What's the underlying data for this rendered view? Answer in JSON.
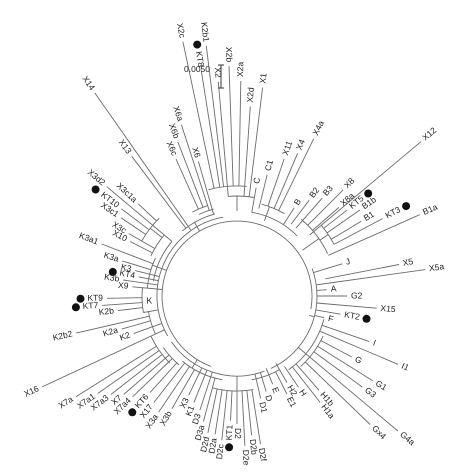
{
  "scale_bar": {
    "label": "0.0050"
  },
  "marker_color": "#111111",
  "leaves": [
    {
      "id": "x14",
      "label": "X14",
      "kt": false
    },
    {
      "id": "x13",
      "label": "X13",
      "kt": false
    },
    {
      "id": "x6a",
      "label": "X6a",
      "kt": false
    },
    {
      "id": "x6b",
      "label": "X6b",
      "kt": false
    },
    {
      "id": "x6c",
      "label": "X6c",
      "kt": false
    },
    {
      "id": "x6",
      "label": "X6",
      "kt": false
    },
    {
      "id": "x3d2",
      "label": "X3d2",
      "kt": false
    },
    {
      "id": "kt10",
      "label": "KT10",
      "kt": true
    },
    {
      "id": "x3c1",
      "label": "X3c1",
      "kt": false
    },
    {
      "id": "x3c1a",
      "label": "X3c1a",
      "kt": false
    },
    {
      "id": "x3c",
      "label": "X3c",
      "kt": false
    },
    {
      "id": "x10",
      "label": "X10",
      "kt": false
    },
    {
      "id": "k3a1",
      "label": "K3a1",
      "kt": false
    },
    {
      "id": "k3a",
      "label": "K3a",
      "kt": false
    },
    {
      "id": "k3",
      "label": "K3",
      "kt": false
    },
    {
      "id": "kt4",
      "label": "KT4",
      "kt": true
    },
    {
      "id": "k3b",
      "label": "K3b",
      "kt": false
    },
    {
      "id": "x9",
      "label": "X9",
      "kt": false
    },
    {
      "id": "kt9",
      "label": "KT9",
      "kt": true
    },
    {
      "id": "kt7",
      "label": "KT7",
      "kt": true
    },
    {
      "id": "k2b",
      "label": "K2b",
      "kt": false
    },
    {
      "id": "k2b2",
      "label": "K2b2",
      "kt": false
    },
    {
      "id": "k2a",
      "label": "K2a",
      "kt": false
    },
    {
      "id": "k2",
      "label": "K2",
      "kt": false
    },
    {
      "id": "x16",
      "label": "X16",
      "kt": false
    },
    {
      "id": "x7a",
      "label": "X7a",
      "kt": false
    },
    {
      "id": "x7a1",
      "label": "X7a1",
      "kt": false
    },
    {
      "id": "x7a3",
      "label": "X7a3",
      "kt": false
    },
    {
      "id": "x7",
      "label": "X7",
      "kt": false
    },
    {
      "id": "x7a4",
      "label": "X7a4",
      "kt": false
    },
    {
      "id": "kt6",
      "label": "KT6",
      "kt": true
    },
    {
      "id": "x17",
      "label": "X17",
      "kt": false
    },
    {
      "id": "x3a",
      "label": "X3a",
      "kt": false
    },
    {
      "id": "x3b",
      "label": "X3b",
      "kt": false
    },
    {
      "id": "x3",
      "label": "X3",
      "kt": false
    },
    {
      "id": "k1",
      "label": "K1",
      "kt": false
    },
    {
      "id": "d3",
      "label": "D3",
      "kt": false
    },
    {
      "id": "d3a",
      "label": "D3a",
      "kt": false
    },
    {
      "id": "d2d",
      "label": "D2d",
      "kt": false
    },
    {
      "id": "d2a",
      "label": "D2a",
      "kt": false
    },
    {
      "id": "d2c",
      "label": "D2c",
      "kt": false
    },
    {
      "id": "kt1",
      "label": "KT1",
      "kt": true
    },
    {
      "id": "d2",
      "label": "D2",
      "kt": false
    },
    {
      "id": "d2e",
      "label": "D2e",
      "kt": false
    },
    {
      "id": "d2b",
      "label": "D2b",
      "kt": false
    },
    {
      "id": "d2f",
      "label": "D2f",
      "kt": false
    },
    {
      "id": "d1",
      "label": "D1",
      "kt": false
    },
    {
      "id": "d",
      "label": "D",
      "kt": false
    },
    {
      "id": "e",
      "label": "E",
      "kt": false
    },
    {
      "id": "e1",
      "label": "E1",
      "kt": false
    },
    {
      "id": "h2",
      "label": "H2",
      "kt": false
    },
    {
      "id": "h",
      "label": "H",
      "kt": false
    },
    {
      "id": "h1a",
      "label": "H1a",
      "kt": false
    },
    {
      "id": "h1b",
      "label": "H1b",
      "kt": false
    },
    {
      "id": "gx4",
      "label": "Gx4",
      "kt": false
    },
    {
      "id": "g4a",
      "label": "G4a",
      "kt": false
    },
    {
      "id": "g3",
      "label": "G3",
      "kt": false
    },
    {
      "id": "g1",
      "label": "G1",
      "kt": false
    },
    {
      "id": "g",
      "label": "G",
      "kt": false
    },
    {
      "id": "i1",
      "label": "I1",
      "kt": false
    },
    {
      "id": "i",
      "label": "I",
      "kt": false
    },
    {
      "id": "f",
      "label": "F",
      "kt": false
    },
    {
      "id": "kt2",
      "label": "KT2",
      "kt": true
    },
    {
      "id": "x15",
      "label": "X15",
      "kt": false
    },
    {
      "id": "g2",
      "label": "G2",
      "kt": false
    },
    {
      "id": "a",
      "label": "A",
      "kt": false
    },
    {
      "id": "x5a",
      "label": "X5a",
      "kt": false
    },
    {
      "id": "x5",
      "label": "X5",
      "kt": false
    },
    {
      "id": "j",
      "label": "J",
      "kt": false
    },
    {
      "id": "b1a",
      "label": "B1a",
      "kt": false
    },
    {
      "id": "kt3",
      "label": "KT3",
      "kt": true
    },
    {
      "id": "b1",
      "label": "B1",
      "kt": false
    },
    {
      "id": "b1b",
      "label": "B1b",
      "kt": false
    },
    {
      "id": "kt5",
      "label": "KT5",
      "kt": true
    },
    {
      "id": "x8a",
      "label": "X8a",
      "kt": false
    },
    {
      "id": "x8",
      "label": "X8",
      "kt": false
    },
    {
      "id": "b3",
      "label": "B3",
      "kt": false
    },
    {
      "id": "b2",
      "label": "B2",
      "kt": false
    },
    {
      "id": "b",
      "label": "B",
      "kt": false
    },
    {
      "id": "x12",
      "label": "X12",
      "kt": false
    },
    {
      "id": "x4a",
      "label": "X4a",
      "kt": false
    },
    {
      "id": "x4",
      "label": "X4",
      "kt": false
    },
    {
      "id": "x11",
      "label": "X11",
      "kt": false
    },
    {
      "id": "c1",
      "label": "C1",
      "kt": false
    },
    {
      "id": "c",
      "label": "C",
      "kt": false
    },
    {
      "id": "x1",
      "label": "X1",
      "kt": false
    },
    {
      "id": "x2d",
      "label": "X2d",
      "kt": false
    },
    {
      "id": "x2a",
      "label": "X2a",
      "kt": false
    },
    {
      "id": "x2b",
      "label": "X2b",
      "kt": false
    },
    {
      "id": "x2",
      "label": "X2",
      "kt": false
    },
    {
      "id": "kt8",
      "label": "KT8",
      "kt": true
    },
    {
      "id": "x2c",
      "label": "X2c",
      "kt": false
    },
    {
      "id": "k2b1",
      "label": "K2b1",
      "kt": false
    }
  ],
  "clade_labels": [
    {
      "id": "clade-k",
      "label": "K"
    }
  ]
}
